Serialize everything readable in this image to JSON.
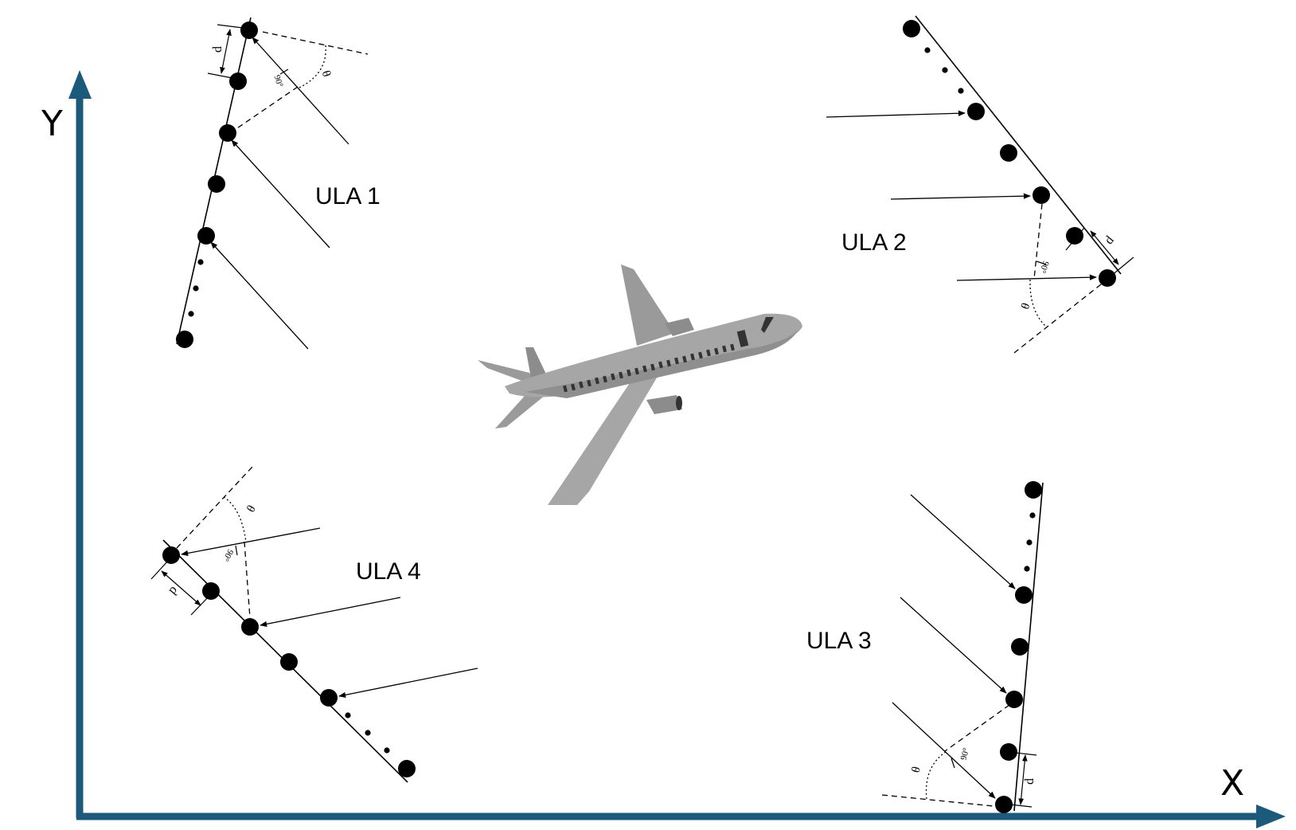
{
  "axes": {
    "x_label": "X",
    "y_label": "Y",
    "color": "#1b5a7a"
  },
  "arrays": [
    {
      "label": "ULA 1",
      "angle_symbol": "θ",
      "right_angle": "90°",
      "spacing": "d"
    },
    {
      "label": "ULA 2",
      "angle_symbol": "θ",
      "right_angle": "90°",
      "spacing": "d"
    },
    {
      "label": "ULA 3",
      "angle_symbol": "θ",
      "right_angle": "90°",
      "spacing": "d"
    },
    {
      "label": "ULA 4",
      "angle_symbol": "θ",
      "right_angle": "90°",
      "spacing": "d"
    }
  ],
  "aircraft": {
    "icon": "airplane-icon",
    "body_color": "#a6a6a6",
    "shade_color": "#8c8c8c",
    "window_color": "#333333"
  }
}
